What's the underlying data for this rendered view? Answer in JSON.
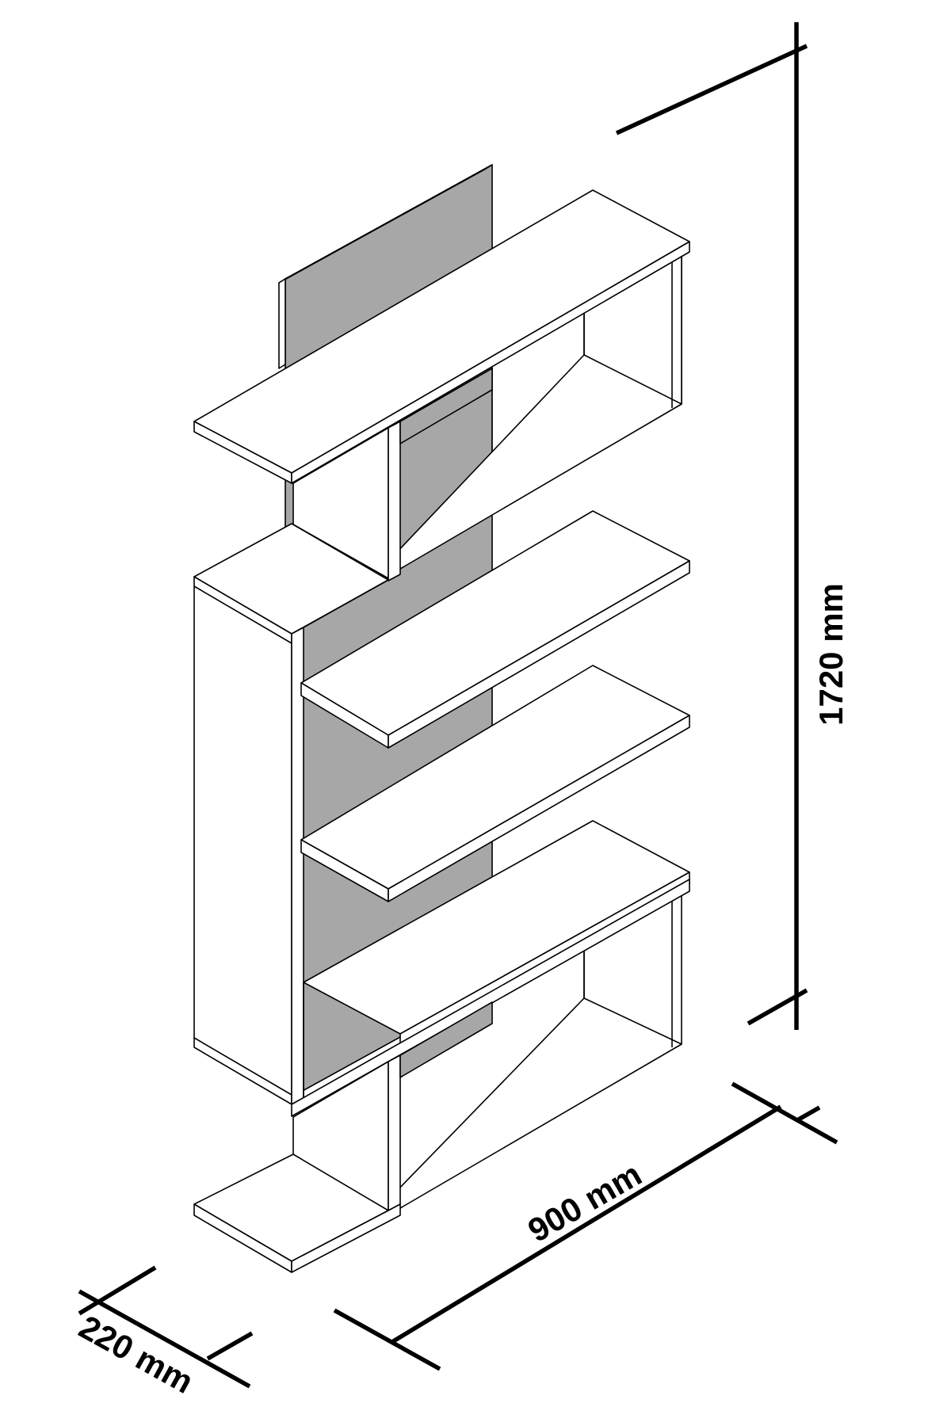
{
  "dimensions": {
    "height": "1720 mm",
    "width": "900 mm",
    "depth": "220 mm"
  },
  "colors": {
    "back_panel": "#a7a7a7",
    "line": "#000000",
    "background": "#ffffff"
  }
}
